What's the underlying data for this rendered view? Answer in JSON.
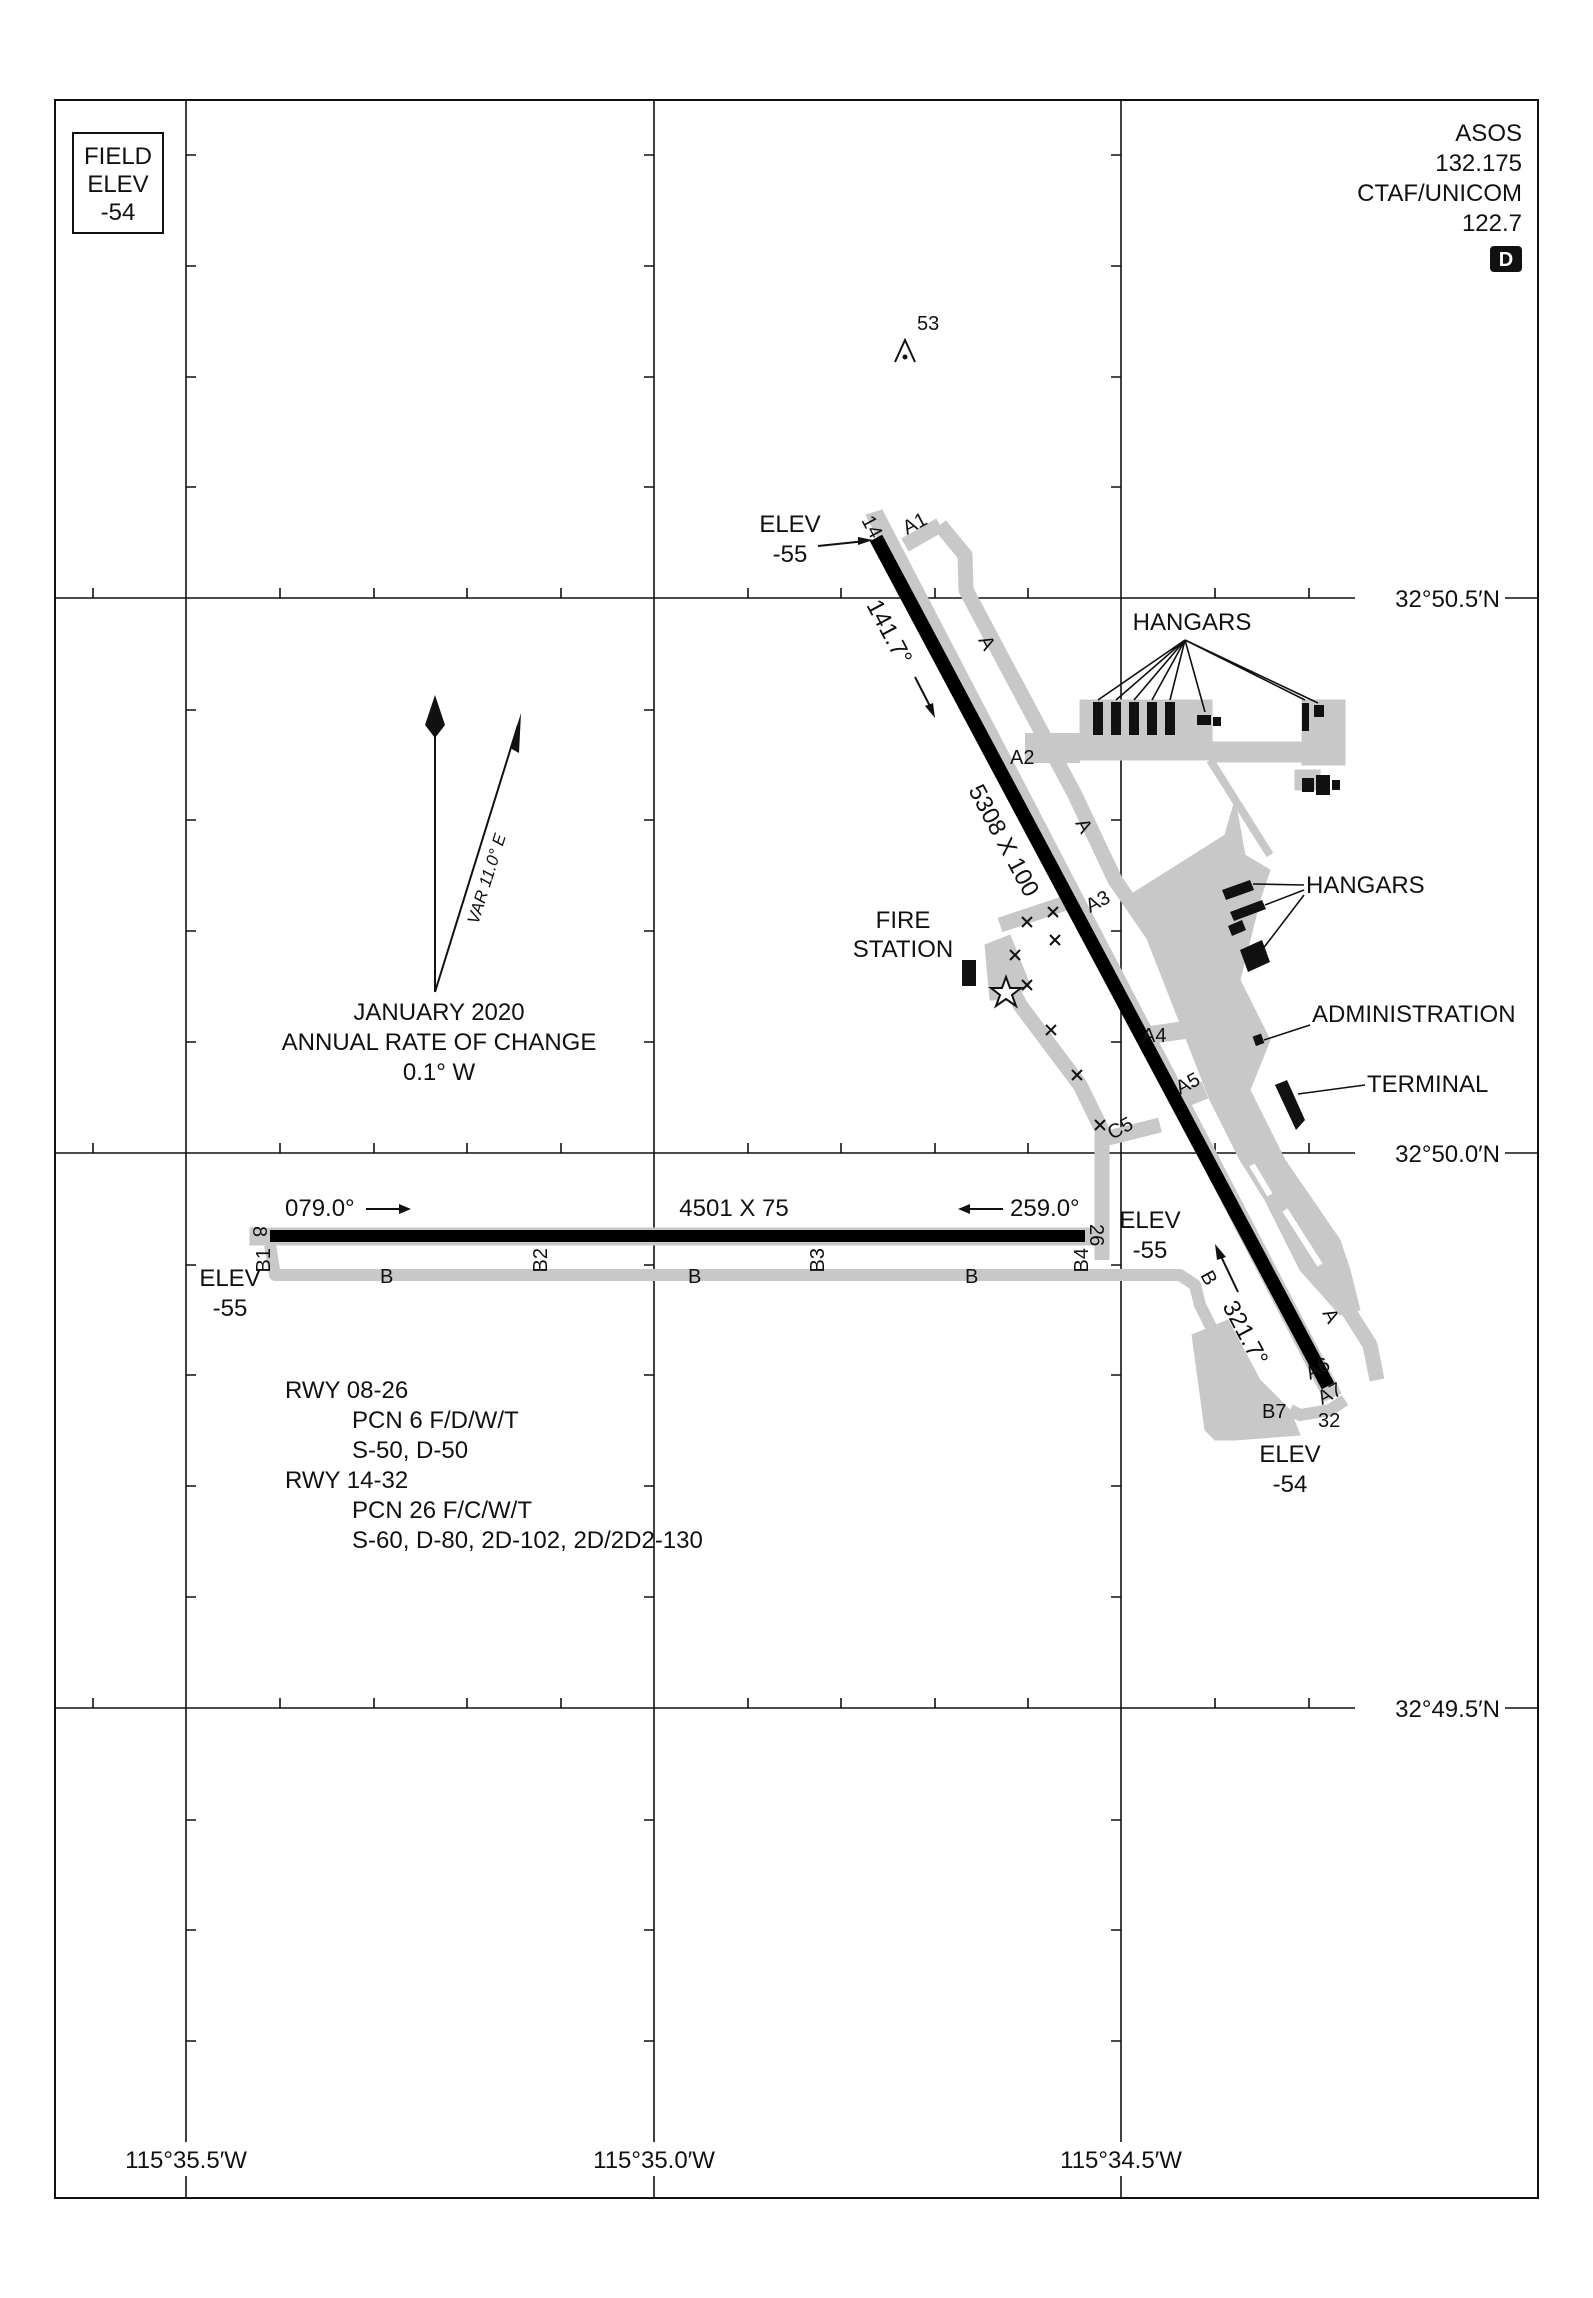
{
  "field_elev": {
    "line1": "FIELD",
    "line2": "ELEV",
    "line3": "-54"
  },
  "comms": {
    "asos_label": "ASOS",
    "asos_freq": "132.175",
    "ctaf_label": "CTAF/UNICOM",
    "ctaf_freq": "122.7",
    "badge": "D"
  },
  "obstacle": {
    "height": "53"
  },
  "magnetic": {
    "var": "VAR 11.0° E",
    "epoch_line1": "JANUARY 2020",
    "epoch_line2": "ANNUAL RATE OF CHANGE",
    "epoch_line3": "0.1° W"
  },
  "latitudes": [
    "32°50.5′N",
    "32°50.0′N",
    "32°49.5′N"
  ],
  "longitudes": [
    "115°35.5′W",
    "115°35.0′W",
    "115°34.5′W"
  ],
  "runway_14_32": {
    "dims": "5308 X 100",
    "end_14": "14",
    "end_32": "32",
    "hdg_14": "141.7°",
    "hdg_32": "321.7°",
    "elev14_label": "ELEV",
    "elev14_value": "-55",
    "elev32_label": "ELEV",
    "elev32_value": "-54"
  },
  "runway_08_26": {
    "dims": "4501 X 75",
    "end_08": "8",
    "end_26": "26",
    "hdg_08": "079.0°",
    "hdg_26": "259.0°",
    "elev08_label": "ELEV",
    "elev08_value": "-55",
    "elev26_label": "ELEV",
    "elev26_value": "-55"
  },
  "taxiways": {
    "A1": "A1",
    "A2": "A2",
    "A3": "A3",
    "A4": "A4",
    "A5": "A5",
    "A6": "A6",
    "A7": "A7",
    "A": "A",
    "B": "B",
    "B1": "B1",
    "B2": "B2",
    "B3": "B3",
    "B4": "B4",
    "B7": "B7",
    "C5": "C5"
  },
  "buildings": {
    "hangars": "HANGARS",
    "fire1": "FIRE",
    "fire2": "STATION",
    "administration": "ADMINISTRATION",
    "terminal": "TERMINAL"
  },
  "notes": {
    "rwy1": "RWY 08-26",
    "rwy1_pcn": "PCN 6 F/D/W/T",
    "rwy1_load": "S-50, D-50",
    "rwy2": "RWY 14-32",
    "rwy2_pcn": "PCN 26 F/C/W/T",
    "rwy2_load": "S-60, D-80, 2D-102, 2D/2D2-130"
  },
  "colors": {
    "pavement": "#c8c8c8",
    "runway": "#000000",
    "ink": "#111111"
  }
}
